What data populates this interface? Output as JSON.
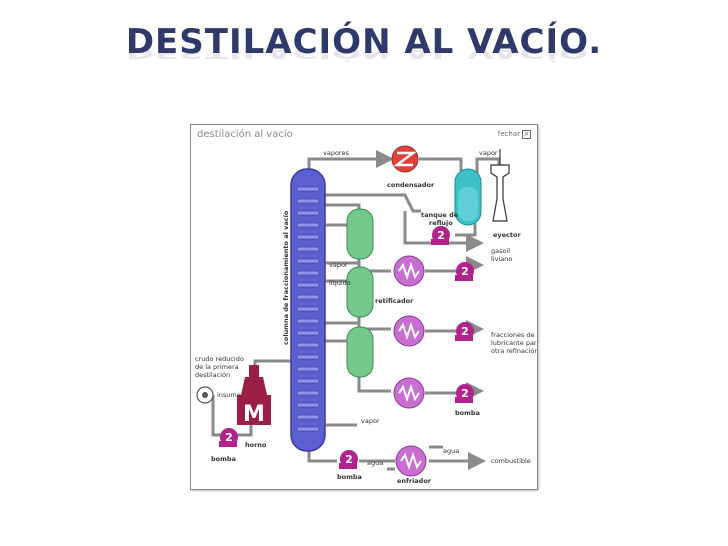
{
  "slide": {
    "title": "DESTILACIÓN AL VACÍO."
  },
  "panel": {
    "title": "destilación al vacío",
    "close_label": "fechar"
  },
  "labels": {
    "vapores": "vapores",
    "vapor_top": "vapor",
    "condensador": "condensador",
    "tanque_1": "tanque de",
    "tanque_2": "reflujo",
    "eyector": "eyector",
    "gasoil_1": "gasoil",
    "gasoil_2": "liviano",
    "column": "columna de fraccionamiento al vacío",
    "vapor_mid": "vapor",
    "liquido": "líquido",
    "retificador": "retificador",
    "fracciones_1": "fracciones de",
    "fracciones_2": "lubricante para",
    "fracciones_3": "otra refinación",
    "crudo_1": "crudo reducido",
    "crudo_2": "de la primera",
    "crudo_3": "destilación",
    "insumo": "insumo",
    "horno": "horno",
    "bomba_left": "bomba",
    "vapor_bottom": "vapor",
    "bomba_right": "bomba",
    "agua_in": "agua",
    "agua_out": "agua",
    "bomba_bottom": "bomba",
    "enfriador": "enfriador",
    "combustible": "combustible"
  },
  "colors": {
    "column": "#5d5fd0",
    "column_light": "#8e90ea",
    "stripper": "#73c98b",
    "exchanger": "#c76fd0",
    "pump": "#b1228a",
    "furnace": "#9b1f44",
    "condenser": "#e0413a",
    "reflux_tank": "#3ec0c8",
    "pipe": "#8a8a8a",
    "title": "#2f3a6b"
  }
}
